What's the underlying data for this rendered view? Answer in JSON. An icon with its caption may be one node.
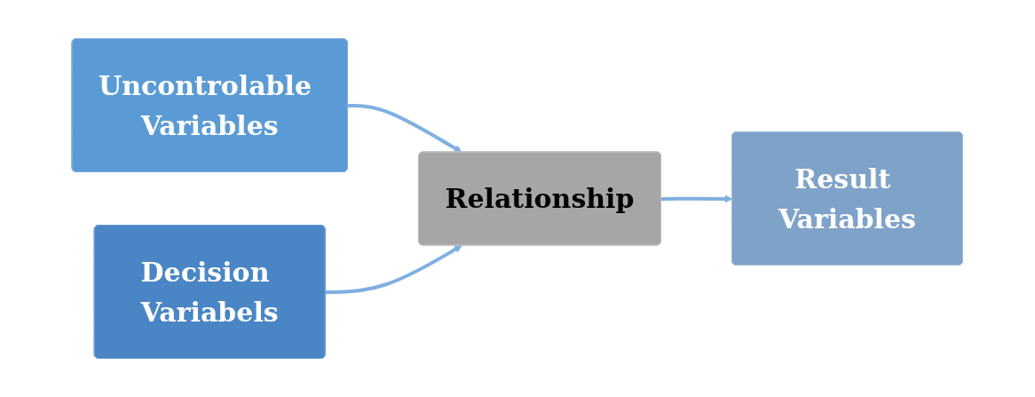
{
  "diagram": {
    "nodes": [
      {
        "text": [
          "Uncontrolable Variables"
        ]
      },
      {
        "text": [
          "Decision Variabels"
        ]
      },
      {
        "text": [
          "Relationship"
        ]
      },
      {
        "text": [
          "Result Variables"
        ]
      }
    ],
    "edges": [
      {
        "from": 0,
        "to": 2,
        "arrow": "to"
      },
      {
        "from": 1,
        "to": 2,
        "arrow": "to"
      },
      {
        "from": 2,
        "to": 3,
        "arrow": "to"
      }
    ]
  }
}
